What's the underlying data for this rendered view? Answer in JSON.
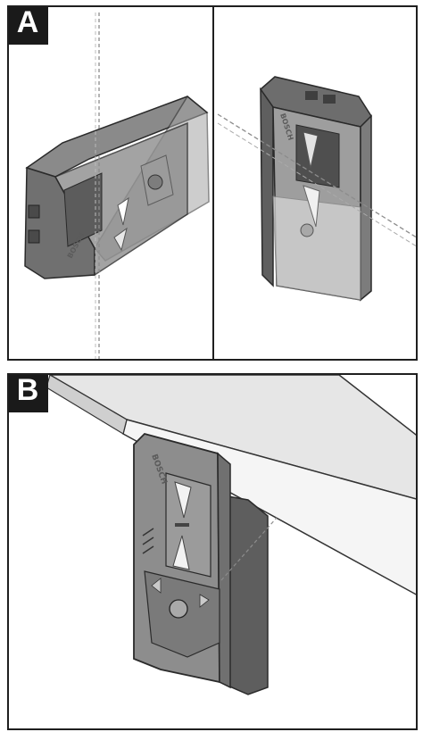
{
  "panels": {
    "a": {
      "label": "A"
    },
    "b": {
      "label": "B"
    }
  },
  "device": {
    "brand": "BOSCH"
  },
  "colors": {
    "body_dark": "#6e6e6e",
    "body_mid": "#9a9a9a",
    "body_light": "#c4c4c4",
    "outline": "#2a2a2a",
    "laser_line": "#8c8c8c",
    "beam": "#b9b9b9"
  }
}
